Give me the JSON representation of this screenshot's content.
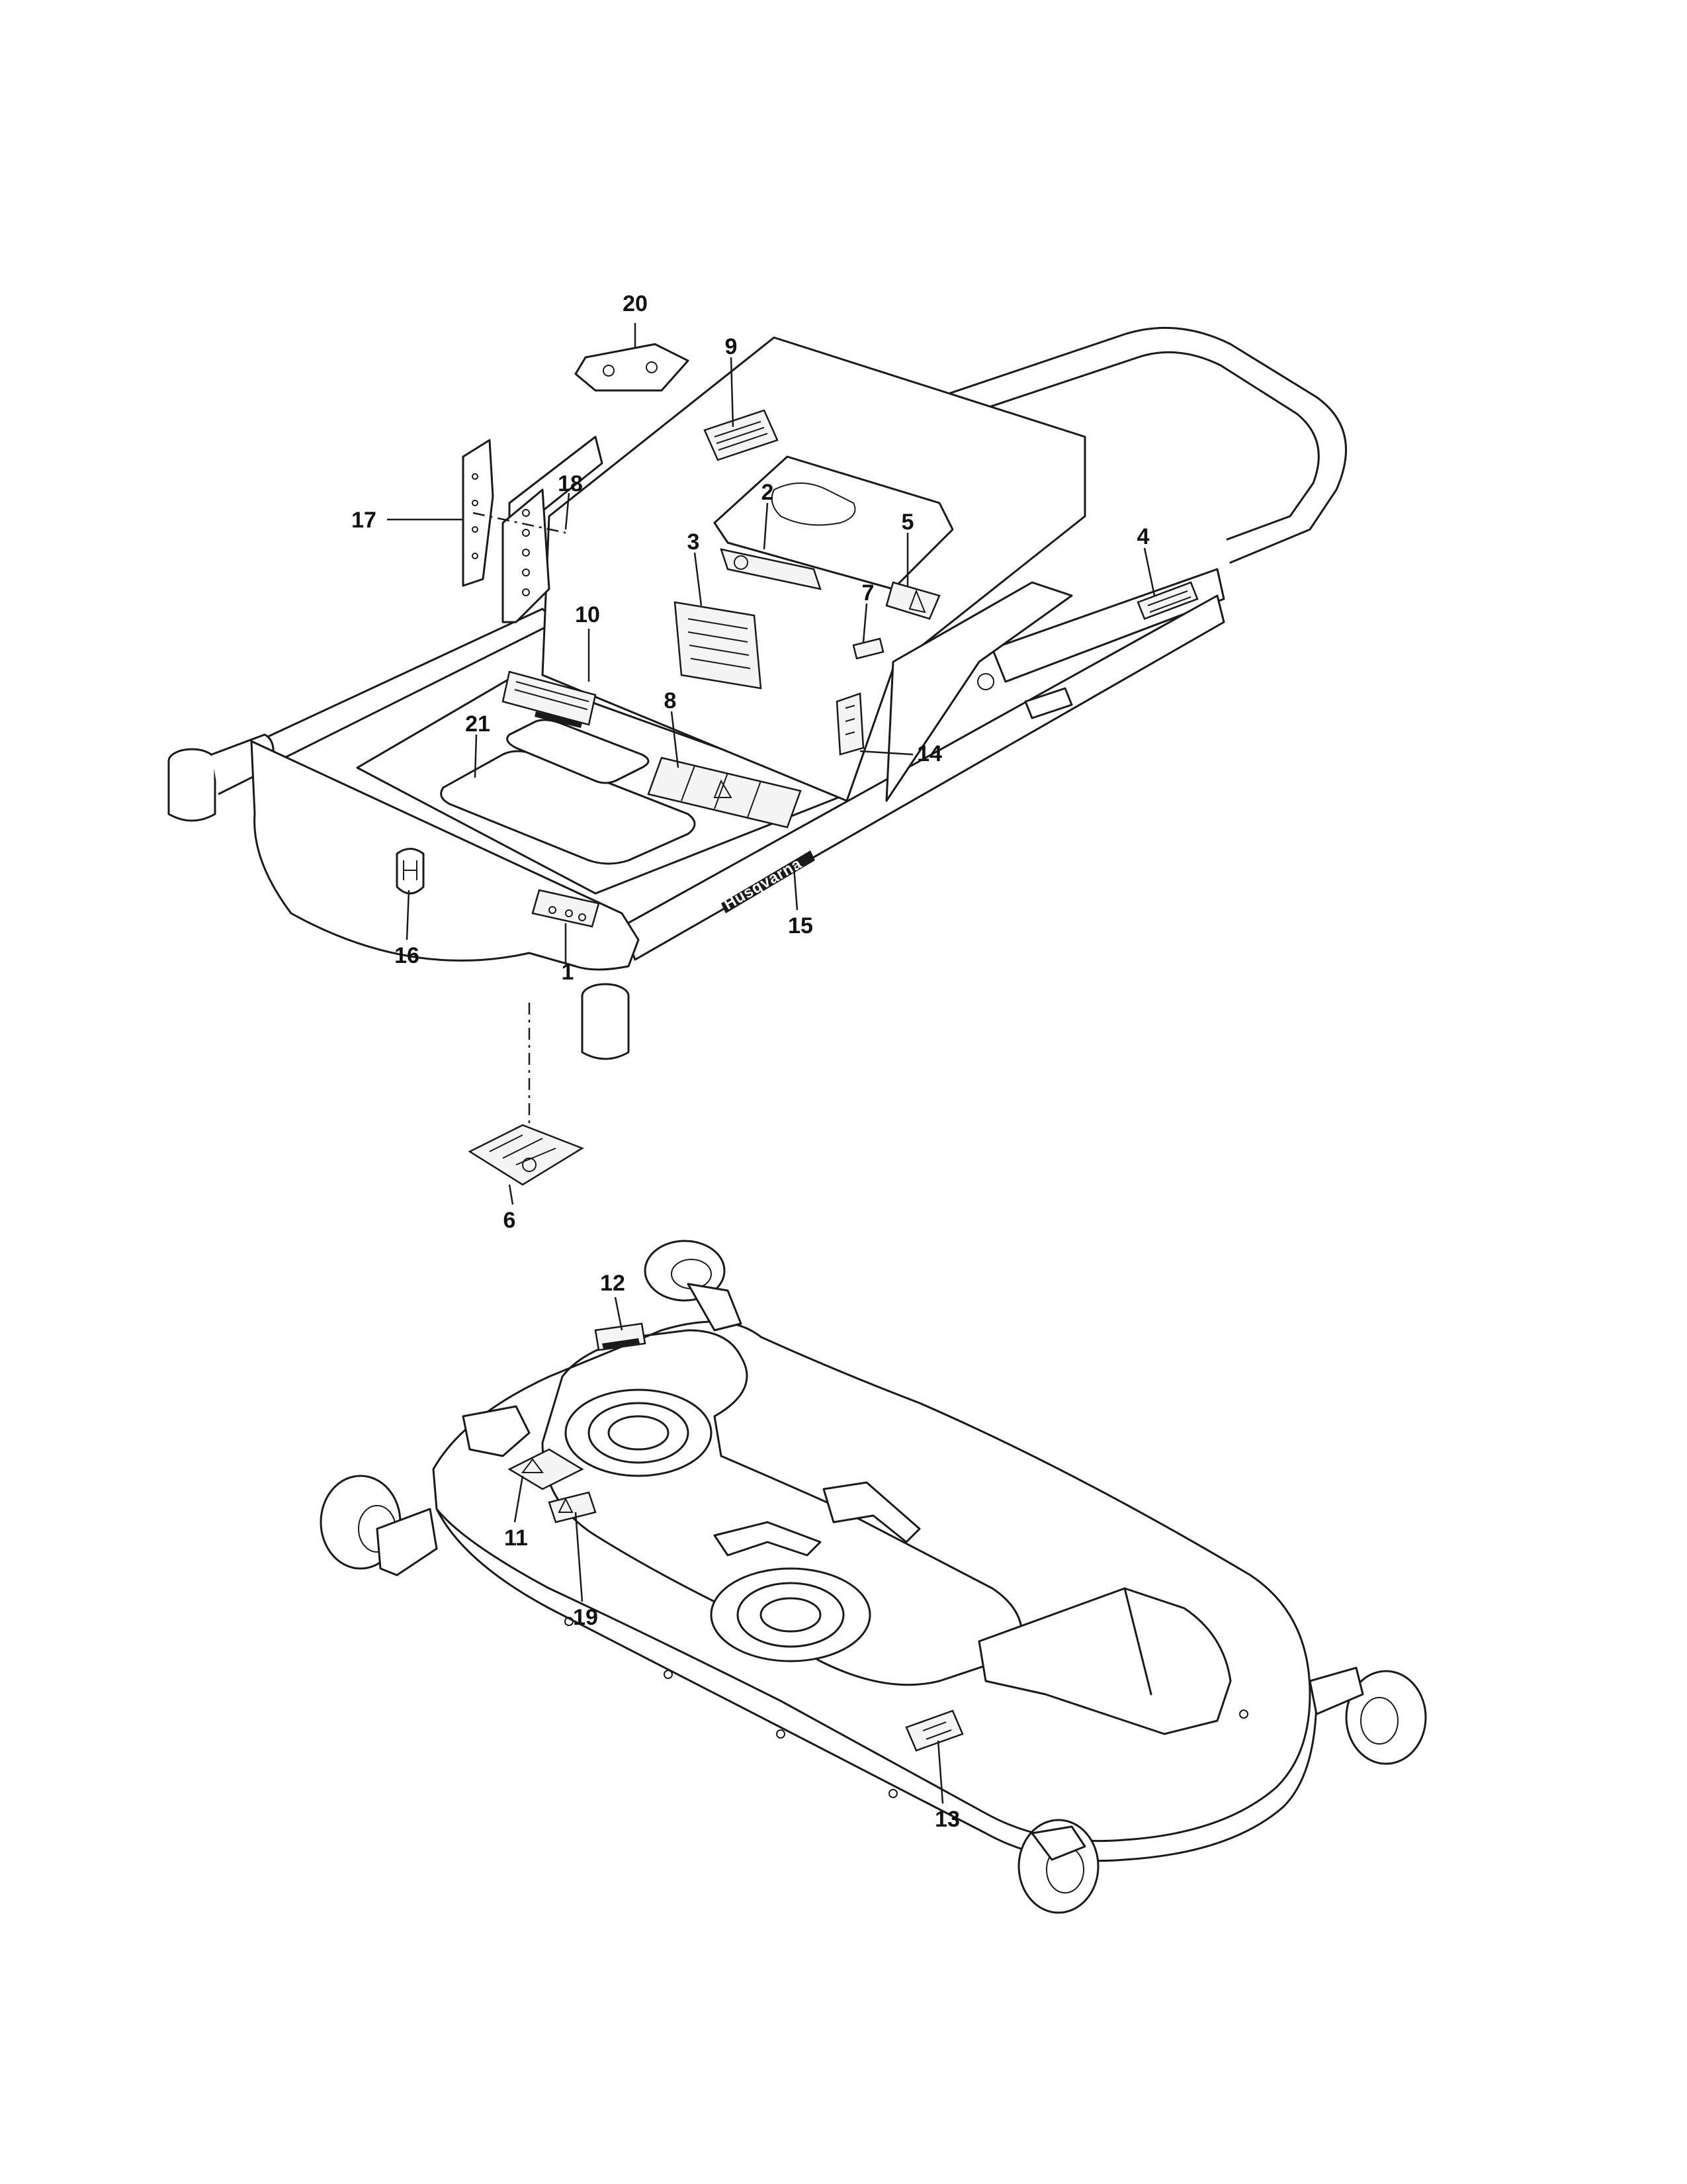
{
  "brand_text": "Husqvarna",
  "callouts": {
    "n1": "1",
    "n2": "2",
    "n3": "3",
    "n4": "4",
    "n5": "5",
    "n6": "6",
    "n7": "7",
    "n8": "8",
    "n9": "9",
    "n10": "10",
    "n11": "11",
    "n12": "12",
    "n13": "13",
    "n14": "14",
    "n15": "15",
    "n16": "16",
    "n17": "17",
    "n18": "18",
    "n19": "19",
    "n20": "20",
    "n21": "21"
  },
  "icons": [
    "husqvarna-crown-logo-icon",
    "warning-triangle-icon"
  ]
}
